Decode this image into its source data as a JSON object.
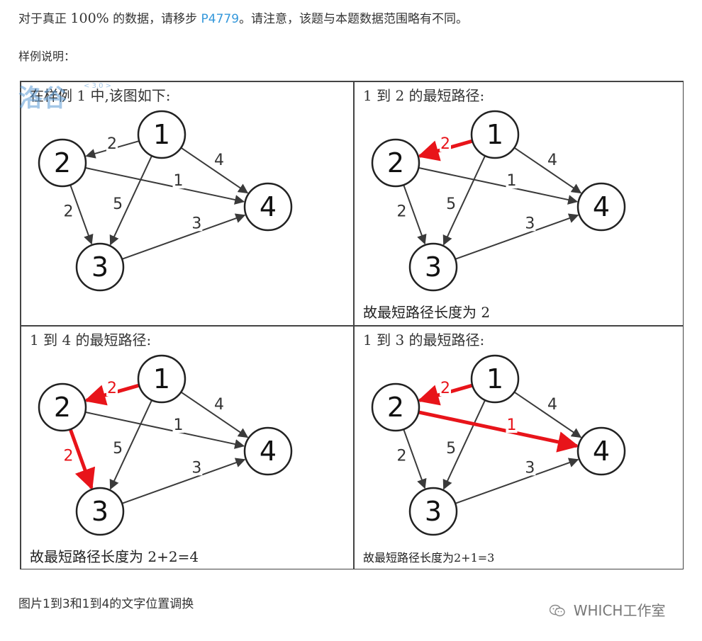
{
  "intro": {
    "pre": "对于真正 ",
    "math": "100%",
    "mid": " 的数据，请移步 ",
    "link": "P4779",
    "post": "。请注意，该题与本题数据范围略有不同。"
  },
  "example_label": "样例说明：",
  "panels": [
    {
      "title": "在样例 1 中,该图如下:",
      "footer": ""
    },
    {
      "title": "1 到 2 的最短路径:",
      "footer": "故最短路径长度为 2"
    },
    {
      "title": "1 到 4 的最短路径:",
      "footer": "故最短路径长度为 2+2=4"
    },
    {
      "title": "1 到 3 的最短路径:",
      "footer": "故最短路径长度为2+1=3"
    }
  ],
  "graph": {
    "nodes": [
      "1",
      "2",
      "3",
      "4"
    ],
    "edges": [
      {
        "from": "1",
        "to": "2",
        "w": "2"
      },
      {
        "from": "1",
        "to": "4",
        "w": "4"
      },
      {
        "from": "1",
        "to": "3",
        "w": "5"
      },
      {
        "from": "2",
        "to": "4",
        "w": "1"
      },
      {
        "from": "2",
        "to": "3",
        "w": "2"
      },
      {
        "from": "3",
        "to": "4",
        "w": "3"
      }
    ],
    "highlight_color": "#e8141a",
    "edge_color": "#3a3a3a"
  },
  "luogu_watermark": {
    "brand": "洛谷",
    "version": "< 3.0 >"
  },
  "caption": "图片1到3和1到4的文字位置调换",
  "watermark": {
    "icon": "wechat-icon",
    "text": "WHICH工作室"
  }
}
